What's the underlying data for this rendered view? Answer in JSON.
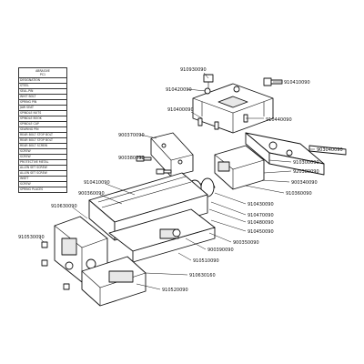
{
  "legend": {
    "header": [
      "ABRASIVE",
      "PC1"
    ],
    "rows": [
      "DESIGNATION",
      "STEEL",
      "SEAL-PIN",
      "WHIT BOLT",
      "SPRING PIN",
      "JAW SEAT",
      "SPINDLE NUTS",
      "SPINDLE BOOK",
      "SPINDLE CAP",
      "SEARING PIN",
      "REAR BOLT STOP BOLT",
      "REAR BOLT STOP BOLT",
      "REAR BOLT SCREW",
      "SCREW",
      "SCREW",
      "PROTECTIVE METAL",
      "ALLEN SET SCREW",
      "ALLEN SET SCREW",
      "INSET",
      "SCREW",
      "SPRING PLACES"
    ]
  },
  "callouts": [
    {
      "id": "c1",
      "text": "910930090"
    },
    {
      "id": "c2",
      "text": "910410090"
    },
    {
      "id": "c3",
      "text": "910420090"
    },
    {
      "id": "c4",
      "text": "910400090"
    },
    {
      "id": "c5",
      "text": "910440090"
    },
    {
      "id": "c6",
      "text": "900370090"
    },
    {
      "id": "c7",
      "text": "900380090"
    },
    {
      "id": "c8",
      "text": "903040090"
    },
    {
      "id": "c9",
      "text": "910300090"
    },
    {
      "id": "c10",
      "text": "920380090"
    },
    {
      "id": "c11",
      "text": "900340090"
    },
    {
      "id": "c12",
      "text": "910410090"
    },
    {
      "id": "c13",
      "text": "900360090"
    },
    {
      "id": "c14",
      "text": "910360090"
    },
    {
      "id": "c15",
      "text": "910630090"
    },
    {
      "id": "c16",
      "text": "910430090"
    },
    {
      "id": "c17",
      "text": "910470090"
    },
    {
      "id": "c18",
      "text": "910480090"
    },
    {
      "id": "c19",
      "text": "910450090"
    },
    {
      "id": "c20",
      "text": "900350090"
    },
    {
      "id": "c21",
      "text": "900390090"
    },
    {
      "id": "c22",
      "text": "910510090"
    },
    {
      "id": "c23",
      "text": "910530090"
    },
    {
      "id": "c24",
      "text": "910630160"
    },
    {
      "id": "c25",
      "text": "910520090"
    }
  ],
  "colors": {
    "line": "#111111",
    "background": "#ffffff"
  }
}
